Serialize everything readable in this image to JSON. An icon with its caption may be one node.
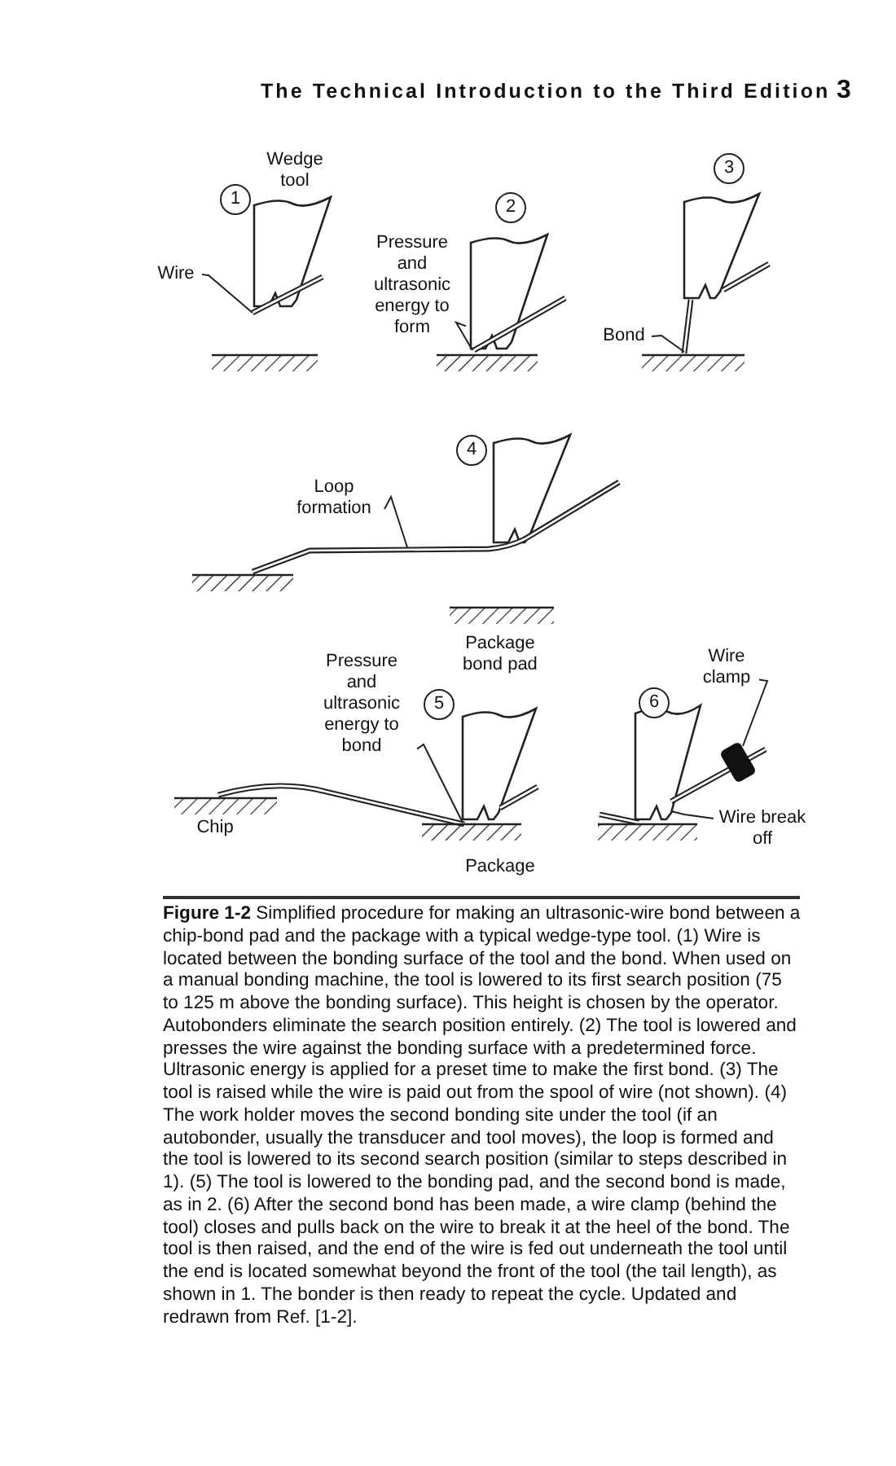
{
  "diagram": {
    "caption": "**Figure 1-2** Simplified procedure for making an ultrasonic-wire bond between a chip-bond pad and the package with a typical wedge-type tool. (1) Wire is located between the bonding surface of the tool and the bond. When used on a manual bonding machine, the tool is lowered to its first search position (75 to 125 m above the bonding surface). This height is chosen by the operator. Autobonders eliminate the search position entirely. (2) The tool is lowered and presses the wire against the bonding surface with a predetermined force. Ultrasonic energy is applied for a preset time to make the first bond. (3) The tool is raised while the wire is paid out from the spool of wire (not shown). (4) The work holder moves the second bonding site under the tool (if an autobonder, usually the transducer and tool moves), the loop is formed and the tool is lowered to its second search position (similar to steps described in 1). (5) The tool is lowered to the bonding pad, and the second bond is made, as in 2. (6) After the second bond has been made, a wire clamp (behind the tool) closes and pulls back on the wire to break it at the heel of the bond. The tool is then raised, and the end of the wire is fed out underneath the tool until the end is located somewhat beyond the front of the tool (the tail length), as shown in 1. The bonder is then ready to repeat the cycle. Updated and redrawn from Ref. [1-2].",
    "nodes": [
      {
        "text": [
          "1"
        ]
      },
      {
        "text": [
          "2"
        ]
      },
      {
        "text": [
          "3"
        ]
      },
      {
        "text": [
          "Wire"
        ]
      },
      {
        "text": [
          "Pressure and ultrasonic energy to form"
        ]
      },
      {
        "text": [
          "Bond"
        ]
      },
      {
        "text": [
          "4"
        ]
      },
      {
        "text": [
          "Loop formation"
        ]
      },
      {
        "text": [
          "Pressure and ultrasonic energy to bond"
        ]
      },
      {
        "text": [
          "5"
        ]
      },
      {
        "text": [
          "6"
        ]
      },
      {
        "text": [
          "Wire clamp"
        ]
      },
      {
        "text": [
          "Wire break off"
        ]
      }
    ],
    "edges": [
      {
        "from": 3,
        "to": null,
        "arrow": "none"
      },
      {
        "from": 4,
        "to": null,
        "arrow": "none"
      },
      {
        "from": 5,
        "to": null,
        "arrow": "none"
      },
      {
        "from": 7,
        "to": null,
        "arrow": "none"
      },
      {
        "from": 8,
        "to": null,
        "arrow": "none"
      },
      {
        "from": 11,
        "to": null,
        "arrow": "none"
      },
      {
        "from": 12,
        "to": null,
        "arrow": "none"
      }
    ],
    "labels": [
      "The Technical Introduction to the Third Edition",
      "3",
      "Wedge tool",
      "Package bond pad",
      "Chip",
      "Package"
    ]
  }
}
